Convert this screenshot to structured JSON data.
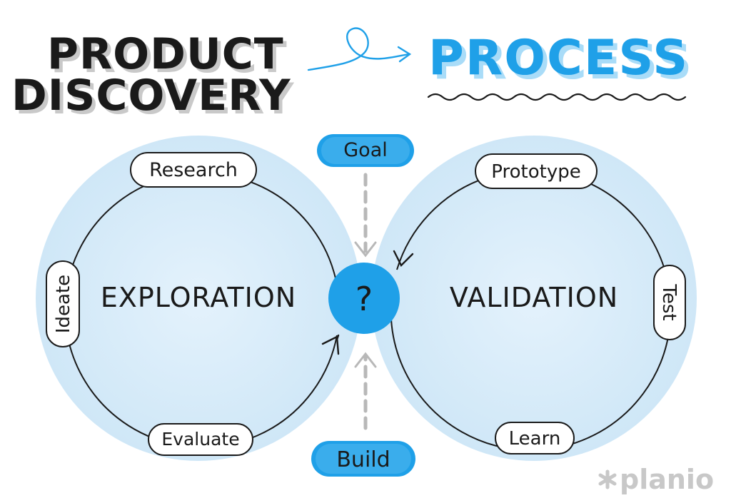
{
  "title": {
    "line1": "PRODUCT",
    "line2": "DISCOVERY",
    "process": "PROCESS"
  },
  "nodes": {
    "goal": "Goal",
    "build": "Build",
    "center": "?"
  },
  "exploration": {
    "label": "EXPLORATION",
    "steps": {
      "research": "Research",
      "ideate": "Ideate",
      "evaluate": "Evaluate"
    }
  },
  "validation": {
    "label": "VALIDATION",
    "steps": {
      "prototype": "Prototype",
      "test": "Test",
      "learn": "Learn"
    }
  },
  "brand": {
    "name": "planio",
    "icon": "asterisk-logo-icon"
  },
  "colors": {
    "accent": "#1fa0e8",
    "circle_fill": "#dbeefa",
    "ink": "#1a1a1a",
    "dashed_arrow": "#b8b8b8"
  }
}
